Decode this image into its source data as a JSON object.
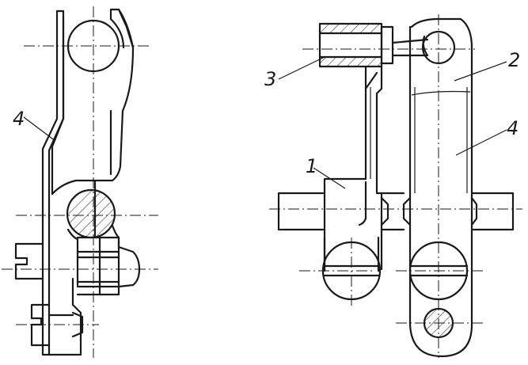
{
  "labels": {
    "left_part": "4",
    "part_1": "1",
    "part_2": "2",
    "part_3": "3",
    "part_4": "4"
  },
  "colors": {
    "ink": "#1a1a1a",
    "paper": "#ffffff"
  }
}
